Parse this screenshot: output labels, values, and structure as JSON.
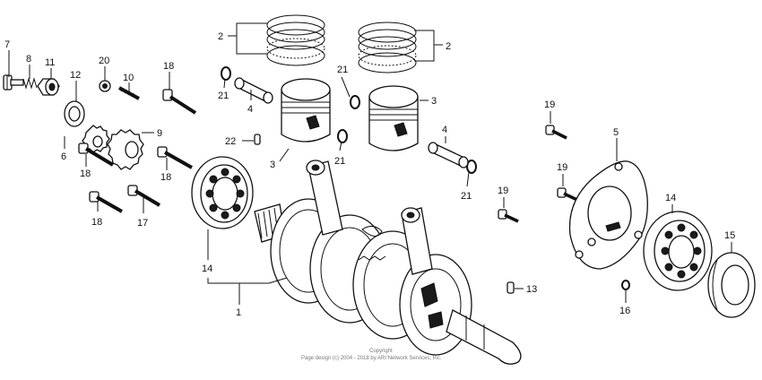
{
  "callouts": {
    "n1": "1",
    "n2a": "2",
    "n2b": "2",
    "n3a": "3",
    "n3b": "3",
    "n4a": "4",
    "n4b": "4",
    "n5": "5",
    "n6": "6",
    "n7": "7",
    "n8": "8",
    "n9": "9",
    "n10": "10",
    "n11": "11",
    "n12": "12",
    "n13": "13",
    "n14a": "14",
    "n14b": "14",
    "n15": "15",
    "n16": "16",
    "n17": "17",
    "n18a": "18",
    "n18b": "18",
    "n18c": "18",
    "n18d": "18",
    "n19a": "19",
    "n19b": "19",
    "n19c": "19",
    "n20": "20",
    "n21a": "21",
    "n21b": "21",
    "n21c": "21",
    "n21d": "21",
    "n22": "22"
  },
  "copyright": {
    "line1": "Copyright",
    "line2": "Page design (c) 2004 - 2018 by ARI Network Services, Inc."
  }
}
